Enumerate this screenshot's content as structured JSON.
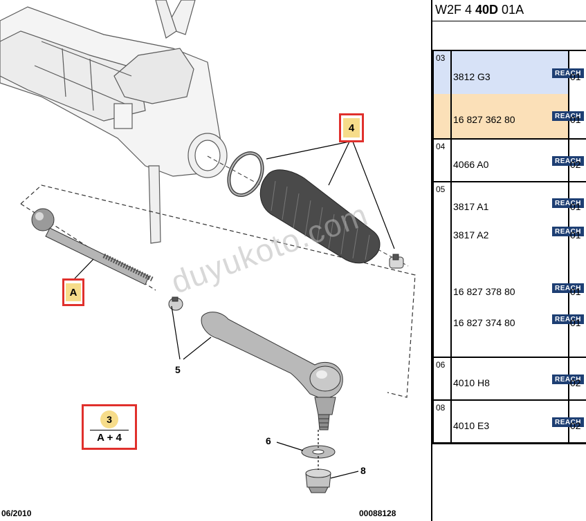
{
  "header": {
    "prefix": "W2F 4 ",
    "bold": "40D",
    "suffix": " 01A"
  },
  "diagram": {
    "callouts": {
      "c4": "4",
      "cA": "A",
      "c3_num": "3",
      "c3_formula": "A + 4"
    },
    "labels": {
      "l5": "5",
      "l6": "6",
      "l8": "8"
    },
    "footer_date": "06/2010",
    "footer_ref": "00088128",
    "watermark": "duyukoto.com"
  },
  "groups": [
    {
      "code": "03",
      "parts": [
        {
          "number": "3812 G3",
          "badge": "REACH",
          "qty": "01",
          "highlight": "blue"
        },
        {
          "number": "16 827 362 80",
          "badge": "REACH",
          "qty": "01",
          "highlight": "orange"
        }
      ]
    },
    {
      "code": "04",
      "parts": [
        {
          "number": "4066 A0",
          "badge": "REACH",
          "qty": "02"
        }
      ]
    },
    {
      "code": "05",
      "parts": [
        {
          "number": "3817 A1",
          "badge": "REACH",
          "qty": "01"
        },
        {
          "number": "3817 A2",
          "badge": "REACH",
          "qty": "01"
        },
        {
          "number": "16 827 378 80",
          "badge": "REACH",
          "qty": "01"
        },
        {
          "number": "16 827 374 80",
          "badge": "REACH",
          "qty": "01"
        }
      ]
    },
    {
      "code": "06",
      "parts": [
        {
          "number": "4010 H8",
          "badge": "REACH",
          "qty": "02"
        }
      ]
    },
    {
      "code": "08",
      "parts": [
        {
          "number": "4010 E3",
          "badge": "REACH",
          "qty": "02"
        }
      ]
    }
  ],
  "colors": {
    "callout_border": "#e0302c",
    "callout_fill": "#f6dc8a",
    "reach_badge": "#1e3f73",
    "highlight_blue": "#d7e2f7",
    "highlight_orange": "#fbe0b8"
  }
}
